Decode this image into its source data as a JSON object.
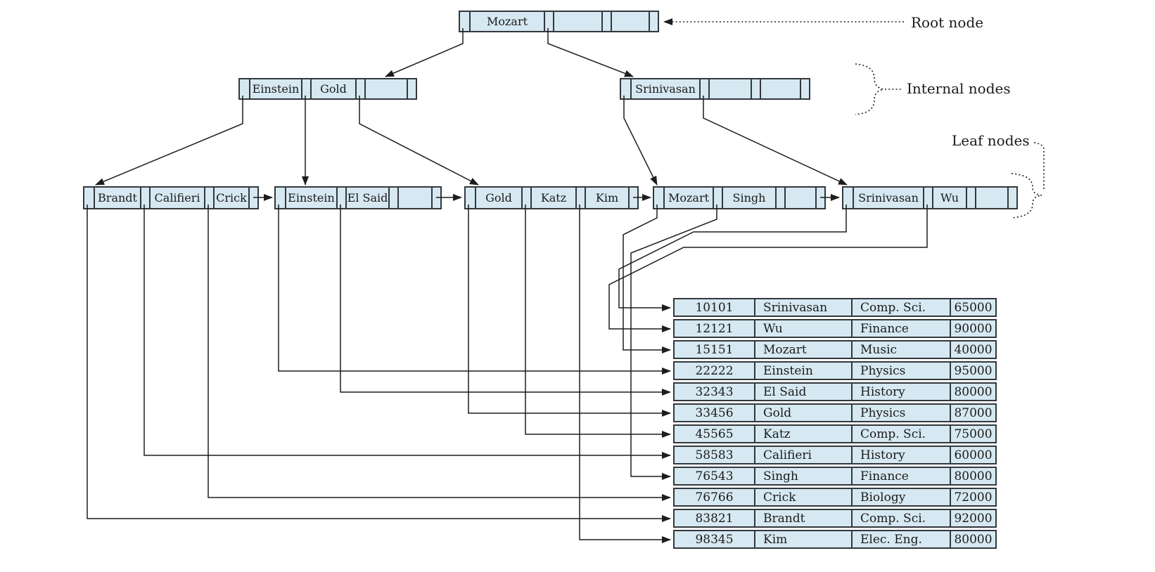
{
  "labels": {
    "root_node": "Root node",
    "internal_nodes": "Internal nodes",
    "leaf_nodes": "Leaf nodes"
  },
  "tree": {
    "root": {
      "keys": [
        "Mozart",
        "",
        ""
      ]
    },
    "internal": [
      {
        "keys": [
          "Einstein",
          "Gold",
          ""
        ]
      },
      {
        "keys": [
          "Srinivasan",
          "",
          ""
        ]
      }
    ],
    "leaves": [
      {
        "keys": [
          "Brandt",
          "Califieri",
          "Crick"
        ]
      },
      {
        "keys": [
          "Einstein",
          "El Said",
          ""
        ]
      },
      {
        "keys": [
          "Gold",
          "Katz",
          "Kim"
        ]
      },
      {
        "keys": [
          "Mozart",
          "Singh",
          ""
        ]
      },
      {
        "keys": [
          "Srinivasan",
          "Wu",
          ""
        ]
      }
    ]
  },
  "table": {
    "rows": [
      [
        "10101",
        "Srinivasan",
        "Comp. Sci.",
        "65000"
      ],
      [
        "12121",
        "Wu",
        "Finance",
        "90000"
      ],
      [
        "15151",
        "Mozart",
        "Music",
        "40000"
      ],
      [
        "22222",
        "Einstein",
        "Physics",
        "95000"
      ],
      [
        "32343",
        "El Said",
        "History",
        "80000"
      ],
      [
        "33456",
        "Gold",
        "Physics",
        "87000"
      ],
      [
        "45565",
        "Katz",
        "Comp. Sci.",
        "75000"
      ],
      [
        "58583",
        "Califieri",
        "History",
        "60000"
      ],
      [
        "76543",
        "Singh",
        "Finance",
        "80000"
      ],
      [
        "76766",
        "Crick",
        "Biology",
        "72000"
      ],
      [
        "83821",
        "Brandt",
        "Comp. Sci.",
        "92000"
      ],
      [
        "98345",
        "Kim",
        "Elec. Eng.",
        "80000"
      ]
    ]
  },
  "colors": {
    "node_fill": "#d6e8f1",
    "node_border": "#33383c",
    "line": "#1d1d1d",
    "background": "#ffffff"
  }
}
